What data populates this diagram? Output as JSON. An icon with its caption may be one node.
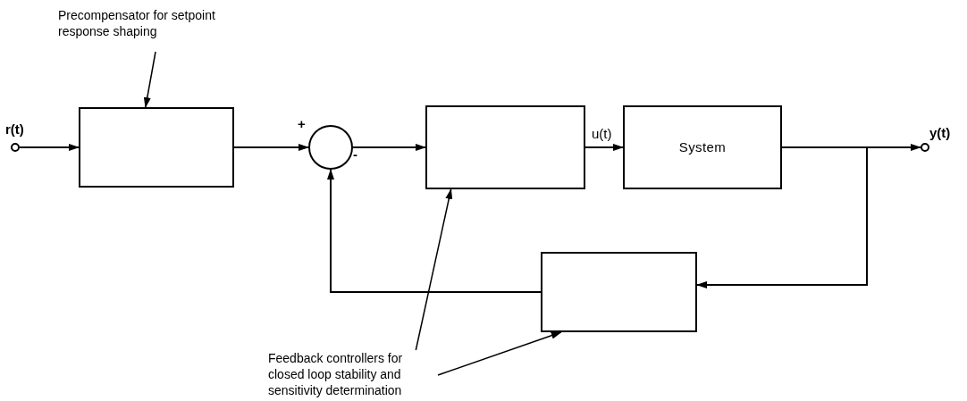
{
  "diagram": {
    "nodes": [
      {
        "text": [
          "Precompensator for setpoint response shaping"
        ]
      },
      {
        "text": [],
        "shape": "circle",
        "beside": [
          "r(t)"
        ]
      },
      {
        "text": [],
        "shape": "box"
      },
      {
        "text": [],
        "shape": "circle",
        "beside": [
          "+",
          "-"
        ]
      },
      {
        "text": [],
        "shape": "box"
      },
      {
        "text": [
          "System"
        ]
      },
      {
        "text": [],
        "shape": "circle",
        "beside": [
          "y(t)"
        ]
      },
      {
        "text": [],
        "shape": "box"
      },
      {
        "text": [
          "Feedback controllers for closed loop stability and sensitivity determination"
        ]
      }
    ],
    "edges": [
      {
        "from": 0,
        "to": 2,
        "arrow": "to"
      },
      {
        "from": 1,
        "to": 2,
        "arrow": "to"
      },
      {
        "from": 2,
        "to": 3,
        "arrow": "to"
      },
      {
        "from": 3,
        "to": 4,
        "arrow": "to"
      },
      {
        "from": 4,
        "to": 5,
        "arrow": "to",
        "label": "u(t)"
      },
      {
        "from": 5,
        "to": 6,
        "arrow": "to"
      },
      {
        "from": 5,
        "to": 7,
        "arrow": "to"
      },
      {
        "from": 7,
        "to": 3,
        "arrow": "to"
      },
      {
        "from": 8,
        "to": 4,
        "arrow": "to"
      },
      {
        "from": 8,
        "to": 7,
        "arrow": "to"
      }
    ]
  }
}
